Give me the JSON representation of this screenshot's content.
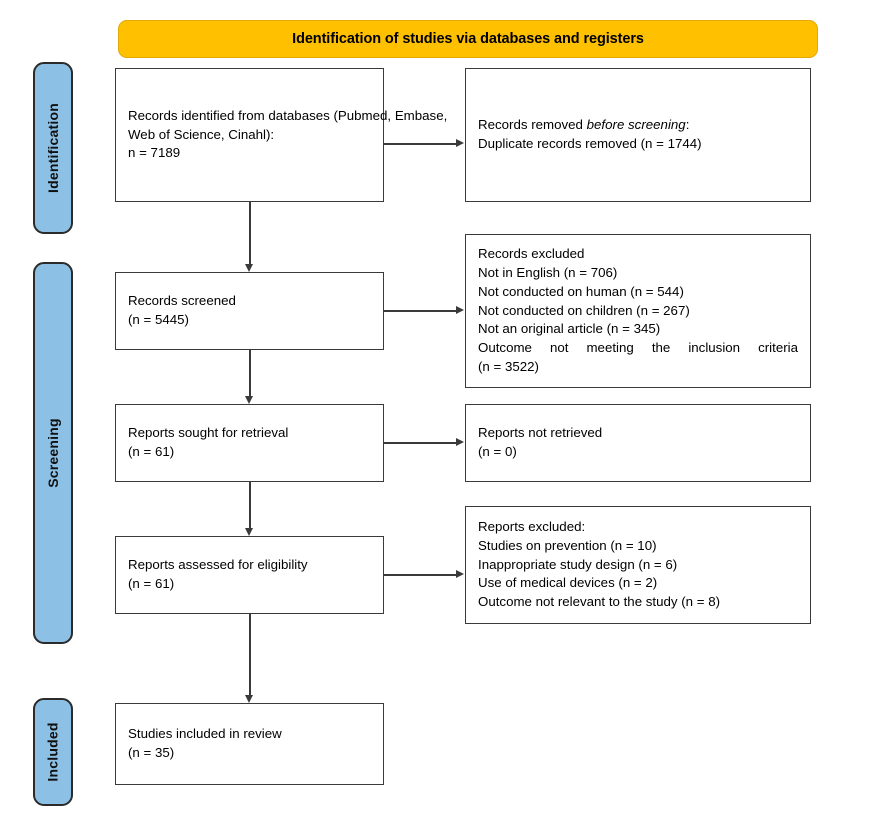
{
  "banner": {
    "title": "Identification of studies via databases and registers",
    "color": "#FFC000"
  },
  "stages": {
    "color": "#8CC0E4",
    "identification": "Identification",
    "screening": "Screening",
    "included": "Included"
  },
  "boxes": {
    "identified": {
      "line1": "Records identified from databases (Pubmed, Embase,",
      "line2": "Web of Science, Cinahl):",
      "line3": "n = 7189"
    },
    "removed": {
      "line1_prefix": "Records removed ",
      "line1_italic": "before screening",
      "line1_suffix": ":",
      "line2": "Duplicate records removed (n = 1744)"
    },
    "screened": {
      "line1": "Records screened",
      "line2": "(n = 5445)"
    },
    "records_excluded": {
      "line1": "Records excluded",
      "line2": "Not in English (n = 706)",
      "line3": "Not conducted on human (n = 544)",
      "line4": "Not conducted on children (n = 267)",
      "line5": "Not an original article (n = 345)",
      "line6": "Outcome not meeting the inclusion criteria",
      "line7": "(n = 3522)"
    },
    "sought": {
      "line1": "Reports sought for retrieval",
      "line2": "(n = 61)"
    },
    "not_retrieved": {
      "line1": "Reports not retrieved",
      "line2": "(n = 0)"
    },
    "assessed": {
      "line1": "Reports assessed for eligibility",
      "line2": "(n = 61)"
    },
    "reports_excluded": {
      "line1": "Reports excluded:",
      "line2": "Studies on prevention (n = 10)",
      "line3": "Inappropriate study design (n = 6)",
      "line4": "Use of medical devices (n = 2)",
      "line5": "Outcome not relevant to the study (n = 8)"
    },
    "included": {
      "line1": "Studies included in review",
      "line2": "(n = 35)"
    }
  }
}
